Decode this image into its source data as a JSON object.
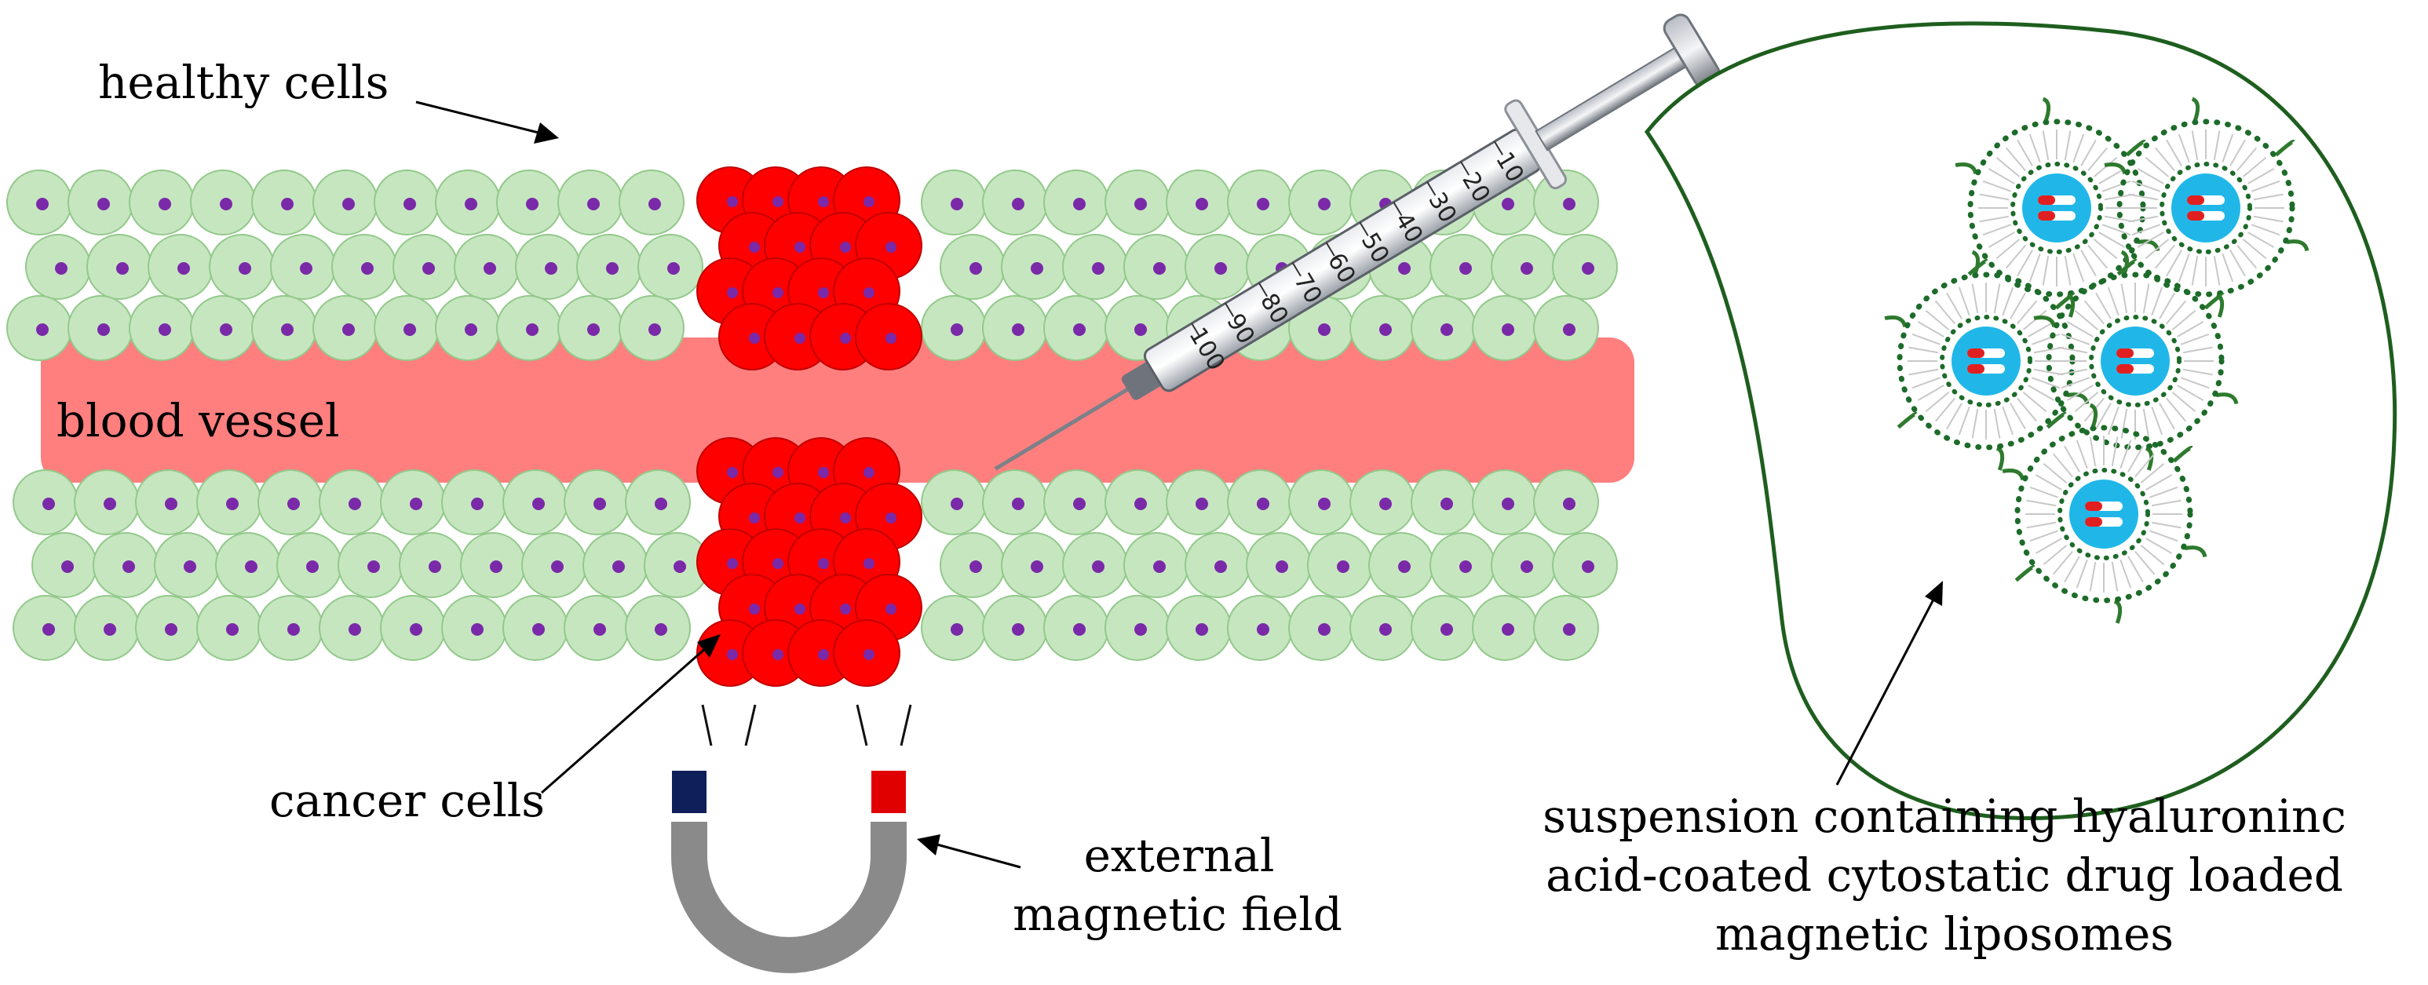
{
  "labels": {
    "healthy_cells": "healthy cells",
    "blood_vessel": "blood vessel",
    "cancer_cells": "cancer cells",
    "external_magnetic_field": [
      "external",
      "magnetic field"
    ],
    "suspension": [
      "suspension containing hyaluroninc",
      "acid-coated cytostatic drug loaded",
      "magnetic liposomes"
    ]
  },
  "syringe_scale": [
    "10",
    "20",
    "30",
    "40",
    "50",
    "60",
    "70",
    "80",
    "90",
    "100"
  ],
  "colors": {
    "healthy_cell_fill": "#c6e6c0",
    "healthy_cell_stroke": "#93c98b",
    "nucleus": "#7a2aa8",
    "cancer_cell_fill": "#ff0000",
    "cancer_cell_stroke": "#c00000",
    "vessel": "#ff7f7f",
    "magnet_body": "#8a8a8a",
    "magnet_left_pole": "#0f1f5a",
    "magnet_right_pole": "#e00000",
    "liposome_dots": "#1d6b2a",
    "liposome_core": "#20b7e8",
    "hyaluronic_chain": "#2e7a2e",
    "bubble_stroke": "#1e5e1e"
  },
  "icons": {
    "magnet": "u-magnet-icon",
    "syringe": "syringe-icon",
    "liposome": "liposome-icon"
  }
}
